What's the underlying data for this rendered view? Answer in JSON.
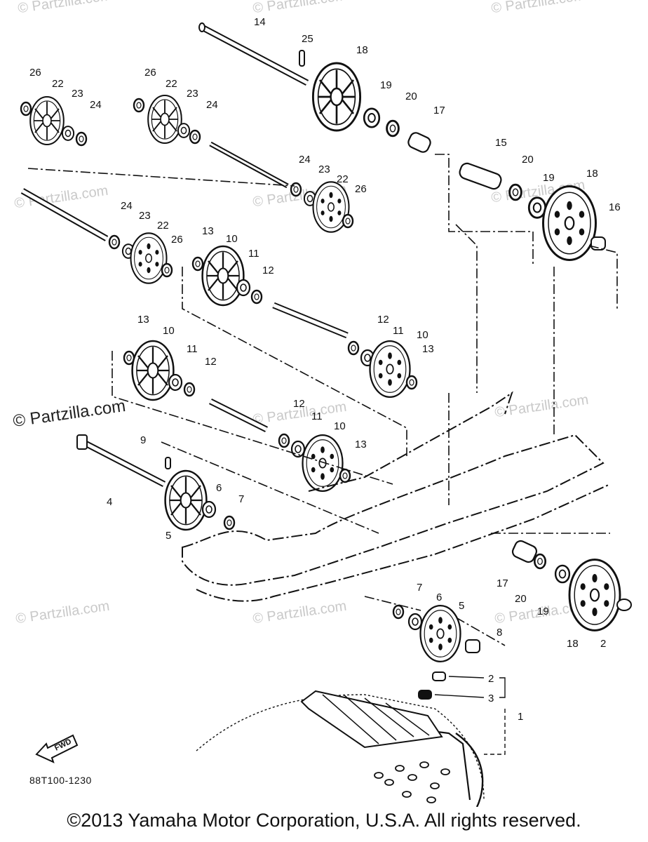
{
  "watermarks": {
    "faint": "© Partzilla.com",
    "strong": "© Partzilla.com"
  },
  "diagram_code": "88T100-1230",
  "fwd_label": "FWD",
  "copyright": "©2013 Yamaha Motor Corporation, U.S.A. All rights reserved.",
  "callouts": [
    "1",
    "2",
    "3",
    "4",
    "5",
    "6",
    "7",
    "8",
    "9",
    "10",
    "11",
    "12",
    "13",
    "14",
    "15",
    "16",
    "17",
    "18",
    "19",
    "20",
    "22",
    "23",
    "24",
    "25",
    "26"
  ]
}
